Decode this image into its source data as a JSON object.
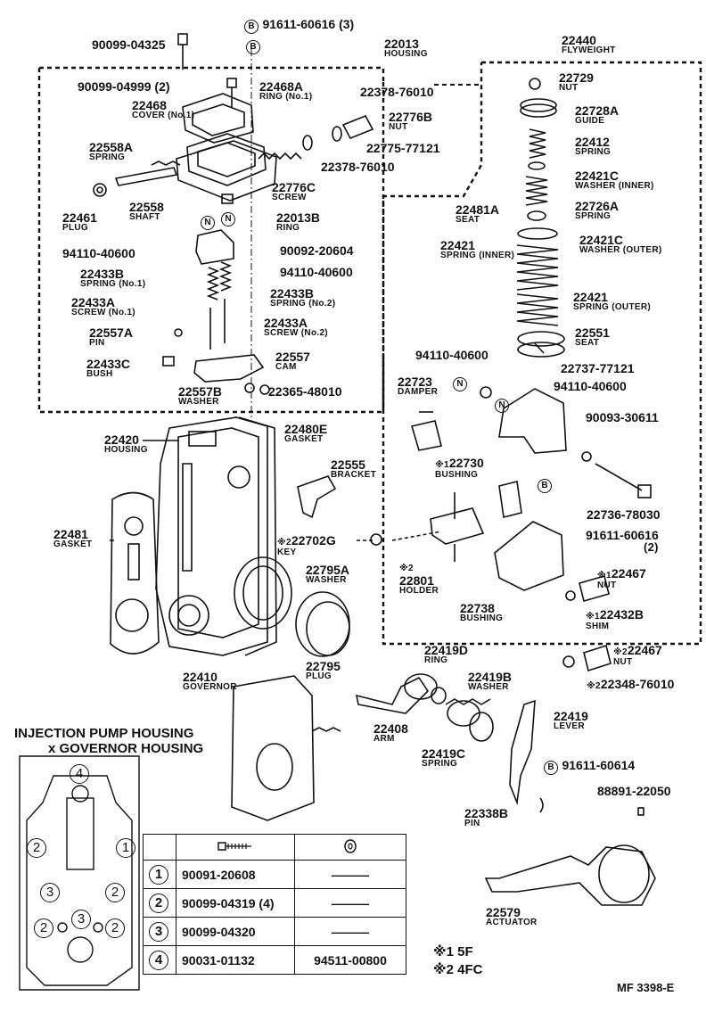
{
  "labels": [
    {
      "id": "l1",
      "pn": "90099-04325"
    },
    {
      "id": "l2",
      "pn": "91611-60616 (3)",
      "prefix": "B"
    },
    {
      "id": "l3",
      "pn": "22013",
      "nm": "HOUSING"
    },
    {
      "id": "l4",
      "pn": "22440",
      "nm": "FLYWEIGHT"
    },
    {
      "id": "l5",
      "pn": "90099-04999 (2)"
    },
    {
      "id": "l6",
      "pn": "22468A",
      "nm": "RING (No.1)"
    },
    {
      "id": "l7",
      "pn": "22378-76010"
    },
    {
      "id": "l8",
      "pn": "22468",
      "nm": "COVER (No.1)"
    },
    {
      "id": "l9",
      "pn": "22776B",
      "nm": "NUT"
    },
    {
      "id": "l10",
      "pn": "22775-77121"
    },
    {
      "id": "l11",
      "pn": "22558A",
      "nm": "SPRING"
    },
    {
      "id": "l12",
      "pn": "22378-76010"
    },
    {
      "id": "l13",
      "pn": "22776C",
      "nm": "SCREW"
    },
    {
      "id": "l14",
      "pn": "22461",
      "nm": "PLUG"
    },
    {
      "id": "l15",
      "pn": "22558",
      "nm": "SHAFT"
    },
    {
      "id": "l16",
      "pn": "22013B",
      "nm": "RING"
    },
    {
      "id": "l17",
      "pn": "94110-40600"
    },
    {
      "id": "l18",
      "pn": "90092-20604"
    },
    {
      "id": "l19",
      "pn": "94110-40600"
    },
    {
      "id": "l20",
      "pn": "22433B",
      "nm": "SPRING (No.1)"
    },
    {
      "id": "l21",
      "pn": "22433B",
      "nm": "SPRING (No.2)"
    },
    {
      "id": "l22",
      "pn": "22433A",
      "nm": "SCREW (No.1)"
    },
    {
      "id": "l23",
      "pn": "22433A",
      "nm": "SCREW (No.2)"
    },
    {
      "id": "l24",
      "pn": "22557A",
      "nm": "PIN"
    },
    {
      "id": "l25",
      "pn": "22557",
      "nm": "CAM"
    },
    {
      "id": "l26",
      "pn": "22433C",
      "nm": "BUSH"
    },
    {
      "id": "l27",
      "pn": "22557B",
      "nm": "WASHER"
    },
    {
      "id": "l28",
      "pn": "22365-48010"
    },
    {
      "id": "l29",
      "pn": "22729",
      "nm": "NUT"
    },
    {
      "id": "l30",
      "pn": "22728A",
      "nm": "GUIDE"
    },
    {
      "id": "l31",
      "pn": "22412",
      "nm": "SPRING"
    },
    {
      "id": "l32",
      "pn": "22421C",
      "nm": "WASHER (INNER)"
    },
    {
      "id": "l33",
      "pn": "22481A",
      "nm": "SEAT"
    },
    {
      "id": "l34",
      "pn": "22726A",
      "nm": "SPRING"
    },
    {
      "id": "l35",
      "pn": "22421",
      "nm": "SPRING (INNER)"
    },
    {
      "id": "l36",
      "pn": "22421C",
      "nm": "WASHER (OUTER)"
    },
    {
      "id": "l37",
      "pn": "22421",
      "nm": "SPRING (OUTER)"
    },
    {
      "id": "l38",
      "pn": "22551",
      "nm": "SEAT"
    },
    {
      "id": "l39",
      "pn": "94110-40600"
    },
    {
      "id": "l40",
      "pn": "22737-77121"
    },
    {
      "id": "l41",
      "pn": "22723",
      "nm": "DAMPER"
    },
    {
      "id": "l42",
      "pn": "94110-40600"
    },
    {
      "id": "l43",
      "pn": "90093-30611"
    },
    {
      "id": "l44",
      "pn": "22420",
      "nm": "HOUSING"
    },
    {
      "id": "l45",
      "pn": "22480E",
      "nm": "GASKET"
    },
    {
      "id": "l46",
      "pn": "22730",
      "nm": "BUSHING",
      "mark": "※1"
    },
    {
      "id": "l47",
      "pn": "22555",
      "nm": "BRACKET"
    },
    {
      "id": "l48",
      "pn": "22736-78030"
    },
    {
      "id": "l49",
      "pn": "22481",
      "nm": "GASKET"
    },
    {
      "id": "l50",
      "pn": "22702G",
      "nm": "KEY",
      "mark": "※2"
    },
    {
      "id": "l51",
      "pn": "91611-60616",
      "nm": "(2)"
    },
    {
      "id": "l52",
      "pn": "22795A",
      "nm": "WASHER"
    },
    {
      "id": "l53",
      "pn": "22801",
      "nm": "HOLDER",
      "mark": "※2"
    },
    {
      "id": "l54",
      "pn": "22467",
      "nm": "NUT",
      "mark": "※1"
    },
    {
      "id": "l55",
      "pn": "22738",
      "nm": "BUSHING"
    },
    {
      "id": "l56",
      "pn": "22432B",
      "nm": "SHIM",
      "mark": "※1"
    },
    {
      "id": "l57",
      "pn": "22795",
      "nm": "PLUG"
    },
    {
      "id": "l58",
      "pn": "22467",
      "nm": "NUT",
      "mark": "※2"
    },
    {
      "id": "l59",
      "pn": "22410",
      "nm": "GOVERNOR"
    },
    {
      "id": "l60",
      "pn": "22419D",
      "nm": "RING"
    },
    {
      "id": "l61",
      "pn": "22419B",
      "nm": "WASHER"
    },
    {
      "id": "l62",
      "pn": "22348-76010",
      "mark": "※2"
    },
    {
      "id": "l63",
      "pn": "22408",
      "nm": "ARM"
    },
    {
      "id": "l64",
      "pn": "22419",
      "nm": "LEVER"
    },
    {
      "id": "l65",
      "pn": "22419C",
      "nm": "SPRING"
    },
    {
      "id": "l66",
      "pn": "91611-60614",
      "prefix": "B"
    },
    {
      "id": "l67",
      "pn": "88891-22050"
    },
    {
      "id": "l68",
      "pn": "22338B",
      "nm": "PIN"
    },
    {
      "id": "l69",
      "pn": "22579",
      "nm": "ACTUATOR"
    }
  ],
  "markers": {
    "b": "B",
    "n": "N"
  },
  "inset": {
    "title_line1": "INJECTION PUMP HOUSING",
    "title_line2": "x GOVERNOR HOUSING",
    "positions": [
      "4",
      "2",
      "1",
      "3",
      "2",
      "2",
      "3",
      "2"
    ]
  },
  "legend_table": {
    "col_bolt_icon": "bolt-icon",
    "col_washer_icon": "washer-icon",
    "rows": [
      {
        "num": "1",
        "bolt": "90091-20608",
        "washer": "———"
      },
      {
        "num": "2",
        "bolt": "90099-04319 (4)",
        "washer": "———"
      },
      {
        "num": "3",
        "bolt": "90099-04320",
        "washer": "———"
      },
      {
        "num": "4",
        "bolt": "90031-01132",
        "washer": "94511-00800"
      }
    ]
  },
  "footnotes": [
    {
      "mark": "※1",
      "text": "5F"
    },
    {
      "mark": "※2",
      "text": "4FC"
    }
  ],
  "code": "MF 3398-E"
}
